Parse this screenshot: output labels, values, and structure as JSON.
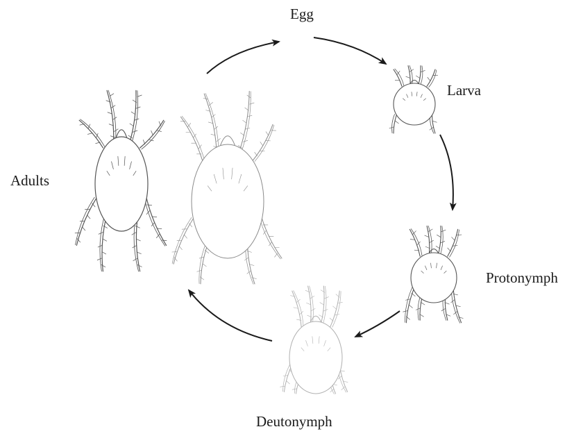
{
  "diagram": {
    "stages": {
      "egg": "Egg",
      "larva": "Larva",
      "protonymph": "Protonymph",
      "deutonymph": "Deutonymph",
      "adults": "Adults"
    },
    "colors": {
      "arrow": "#1a1a1a",
      "outline_dark": "#555555",
      "outline_light": "#8a8a8a",
      "outline_faint": "#b0b0b0"
    },
    "icons": [
      "mite-larva-icon",
      "mite-protonymph-icon",
      "mite-deutonymph-icon",
      "mite-adult-icon"
    ]
  }
}
